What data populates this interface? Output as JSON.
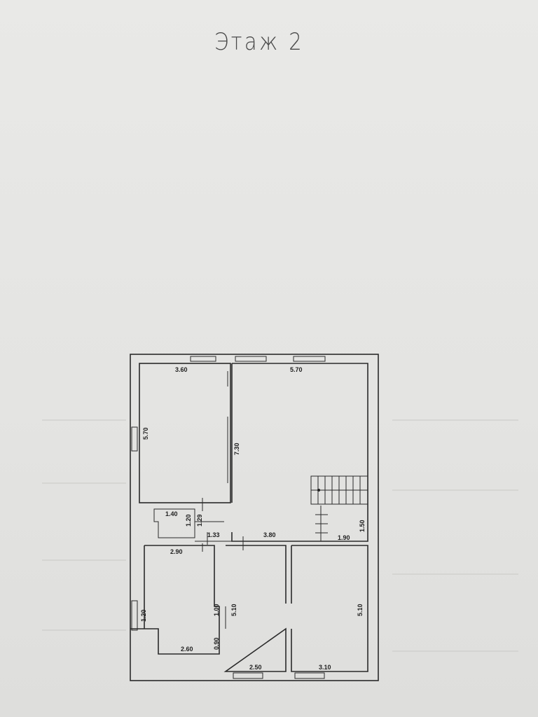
{
  "title": "Этаж 2",
  "dimensions": {
    "room1_width": "3.60",
    "room1_height": "5.70",
    "hall_width": "5.70",
    "hall_height": "7.30",
    "small_width": "1.40",
    "small_h1": "1.20",
    "small_h2": "1.29",
    "corr_width": "1.33",
    "corr_len": "3.80",
    "stair_width": "1.90",
    "stair_height": "1.50",
    "room2_width": "2.90",
    "room2_h": "1.20",
    "room2_hr": "1.00",
    "room2_bottom": "2.60",
    "room2_step": "0.90",
    "room3_height": "5.10",
    "room3_width": "2.50",
    "room4_height": "5.10",
    "room4_width": "3.10"
  }
}
